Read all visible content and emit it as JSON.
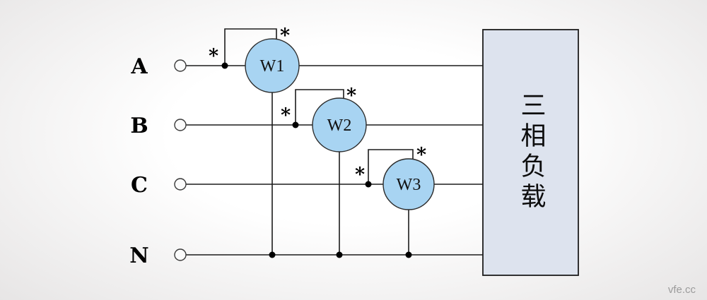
{
  "diagram": {
    "phases": [
      {
        "label": "A"
      },
      {
        "label": "B"
      },
      {
        "label": "C"
      },
      {
        "label": "N"
      }
    ],
    "wattmeters": [
      {
        "label": "W1",
        "polarity_mark": "*"
      },
      {
        "label": "W2",
        "polarity_mark": "*"
      },
      {
        "label": "W3",
        "polarity_mark": "*"
      }
    ],
    "load": {
      "label": "三相负载"
    },
    "colors": {
      "wattmeter_fill": "#a8d4f2",
      "load_fill": "#dde3ee",
      "wire": "#1c1c1c"
    }
  },
  "watermark": "vfe.cc"
}
